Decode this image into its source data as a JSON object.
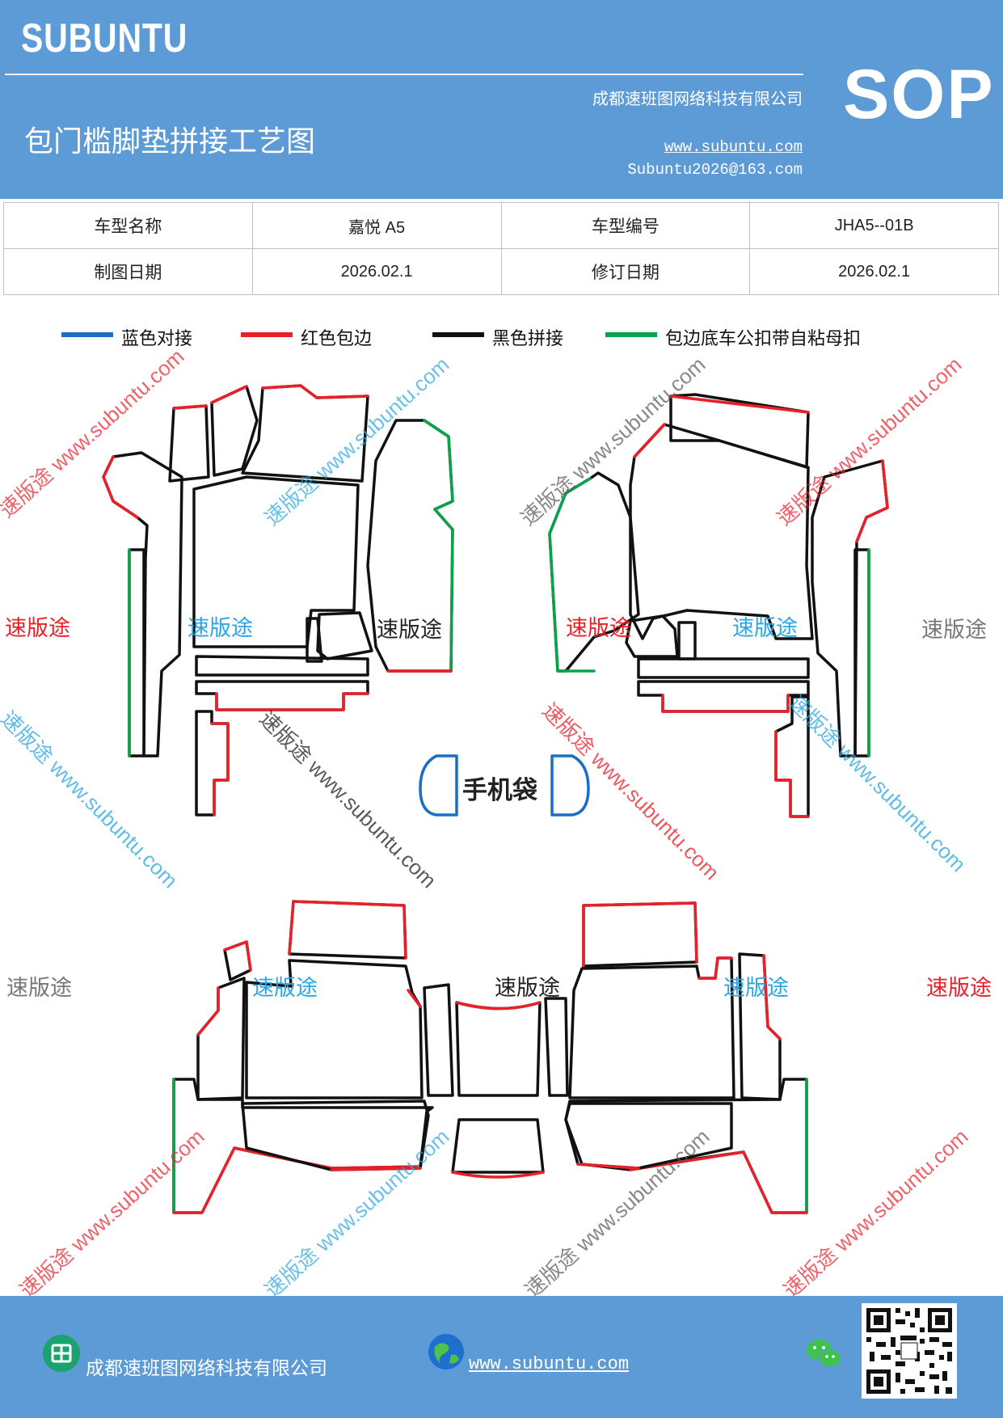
{
  "header": {
    "brand": "SUBUNTU",
    "sop": "SOP",
    "company": "成都速班图网络科技有限公司",
    "title": "包门槛脚垫拼接工艺图",
    "website": "www.subuntu.com",
    "email": "Subuntu2026@163.com"
  },
  "info_table": {
    "row1": [
      "车型名称",
      "嘉悦 A5",
      "车型编号",
      "JHA5--01B"
    ],
    "row2": [
      "制图日期",
      "2026.02.1",
      "修订日期",
      "2026.02.1"
    ]
  },
  "legend": [
    {
      "label": "蓝色对接",
      "color": "#1a6fc4"
    },
    {
      "label": "红色包边",
      "color": "#e8202a"
    },
    {
      "label": "黑色拼接",
      "color": "#111111"
    },
    {
      "label": "包边底车公扣带自粘母扣",
      "color": "#0aa24a"
    }
  ],
  "diagram": {
    "phone_bag_label": "手机袋",
    "tag": "速版途",
    "watermark": "速版途 www.subuntu.com"
  },
  "footer": {
    "company": "成都速班图网络科技有限公司",
    "website": "www.subuntu.com"
  }
}
